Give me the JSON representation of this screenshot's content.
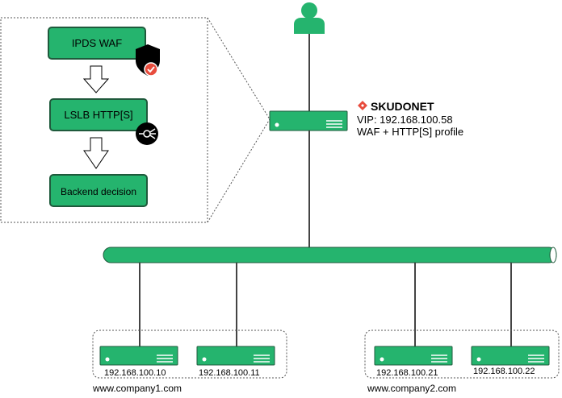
{
  "flow": {
    "step1": "IPDS WAF",
    "step2": "LSLB HTTP[S]",
    "step3": "Backend decision"
  },
  "load_balancer": {
    "brand": "SKUDONET",
    "vip": "VIP: 192.168.100.58",
    "profile": "WAF + HTTP[S] profile"
  },
  "groups": [
    {
      "domain": "www.company1.com",
      "servers": [
        "192.168.100.10",
        "192.168.100.11"
      ]
    },
    {
      "domain": "www.company2.com",
      "servers": [
        "192.168.100.21",
        "192.168.100.22"
      ]
    }
  ],
  "icons": {
    "user": "user-icon",
    "waf": "shield-check-icon",
    "lslb": "balancer-icon",
    "brand": "skudonet-logo-icon"
  },
  "colors": {
    "green": "#25b46e",
    "dark_green": "#1f5a3c",
    "black": "#000000",
    "red": "#e84c3d"
  }
}
